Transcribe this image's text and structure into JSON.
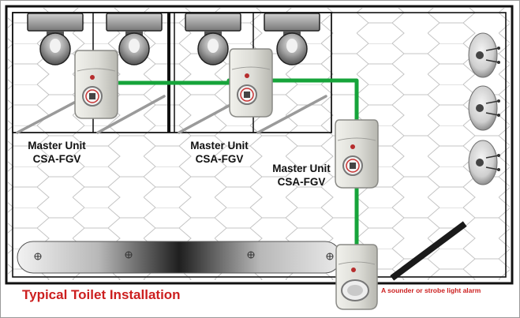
{
  "diagram": {
    "title": "Typical Toilet Installation",
    "units": [
      {
        "name": "Master Unit",
        "model": "CSA-FGV"
      },
      {
        "name": "Master Unit",
        "model": "CSA-FGV"
      },
      {
        "name": "Master Unit",
        "model": "CSA-FGV"
      }
    ],
    "alarm_label": "A sounder or strobe light alarm"
  },
  "colors": {
    "title": "#cc1f1f",
    "alarm_label": "#cc1f1f",
    "cable": "#16a43a",
    "walls": "#111111",
    "hex_grid": "#c4c4c4",
    "device_body": "#dcdcd6"
  },
  "icons": [
    "toilet-icon",
    "master-unit-device",
    "wall-speaker-icon",
    "grab-rail-icon",
    "sounder-strobe-icon"
  ]
}
